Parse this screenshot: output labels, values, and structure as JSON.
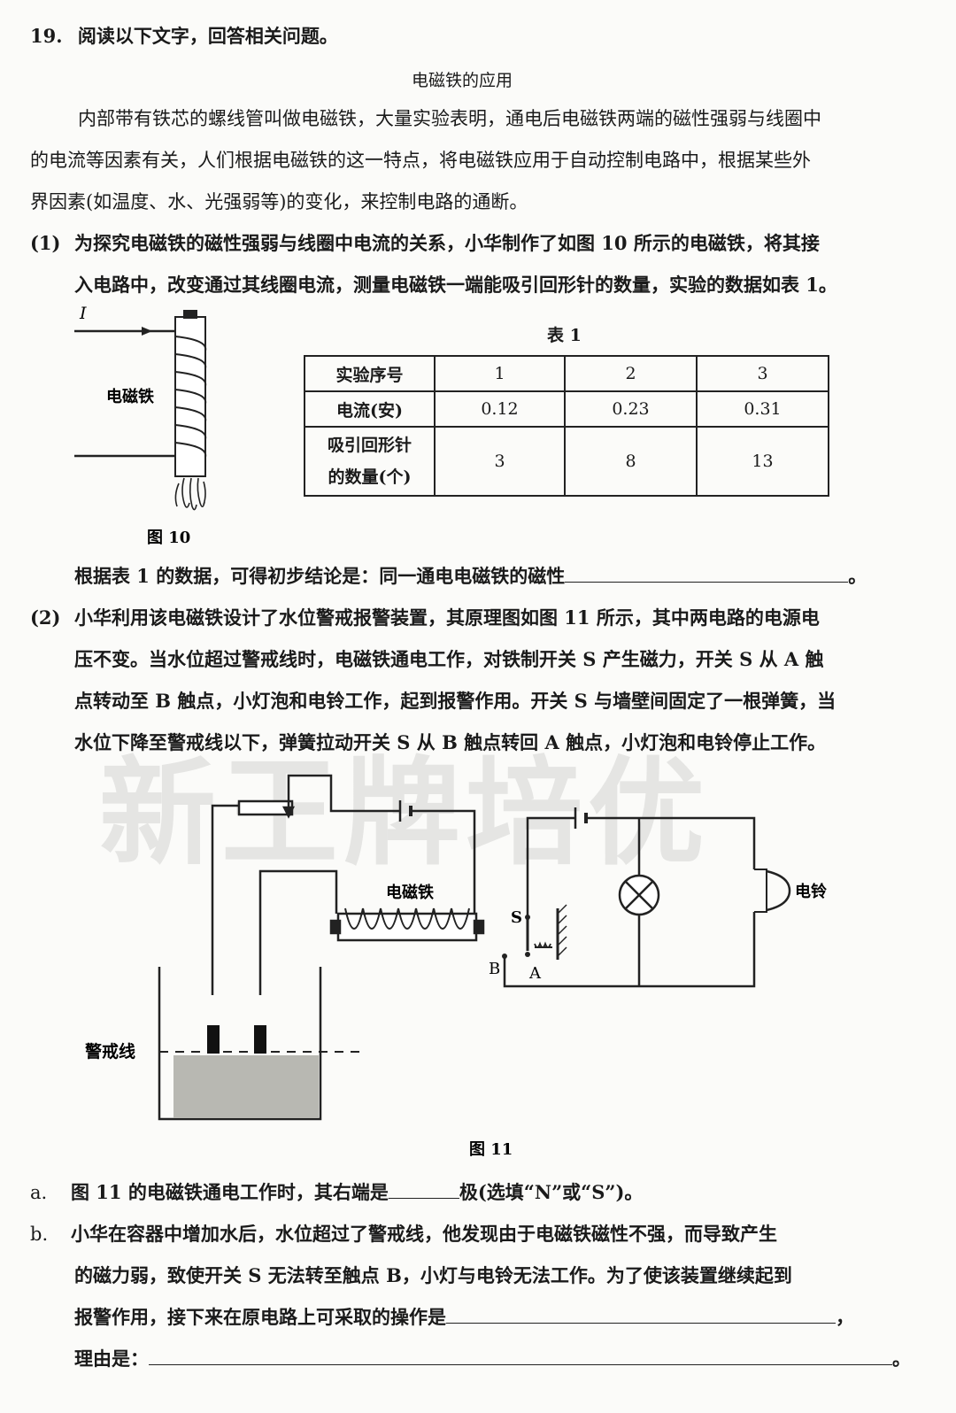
{
  "question": {
    "number": "19.",
    "prompt": "阅读以下文字，回答相关问题。"
  },
  "article": {
    "title": "电磁铁的应用",
    "lines": [
      "内部带有铁芯的螺线管叫做电磁铁，大量实验表明，通电后电磁铁两端的磁性强弱与线圈中",
      "的电流等因素有关，人们根据电磁铁的这一特点，将电磁铁应用于自动控制电路中，根据某些外",
      "界因素(如温度、水、光强弱等)的变化，来控制电路的通断。"
    ]
  },
  "part1": {
    "label": "(1)",
    "lines": [
      "为探究电磁铁的磁性强弱与线圈中电流的关系，小华制作了如图 10 所示的电磁铁，将其接",
      "入电路中，改变通过其线圈电流，测量电磁铁一端能吸引回形针的数量，实验的数据如表 1。"
    ],
    "conclusion_text": "根据表 1 的数据，可得初步结论是：同一通电电磁铁的磁性",
    "conclusion_end": "。"
  },
  "figure10": {
    "current_label": "I",
    "magnet_label": "电磁铁",
    "caption": "图 10"
  },
  "table1": {
    "title": "表 1",
    "rows": [
      {
        "header": "实验序号",
        "values": [
          "1",
          "2",
          "3"
        ]
      },
      {
        "header": "电流(安)",
        "values": [
          "0.12",
          "0.23",
          "0.31"
        ]
      },
      {
        "header_line1": "吸引回形针",
        "header_line2": "的数量(个)",
        "values": [
          "3",
          "8",
          "13"
        ]
      }
    ]
  },
  "part2": {
    "label": "(2)",
    "lines": [
      "小华利用该电磁铁设计了水位警戒报警装置，其原理图如图 11 所示，其中两电路的电源电",
      "压不变。当水位超过警戒线时，电磁铁通电工作，对铁制开关 S 产生磁力，开关 S 从 A 触",
      "点转动至 B 触点，小灯泡和电铃工作，起到报警作用。开关 S 与墙壁间固定了一根弹簧，当",
      "水位下降至警戒线以下，弹簧拉动开关 S 从 B 触点转回 A 触点，小灯泡和电铃停止工作。"
    ]
  },
  "watermark": "新王牌培优",
  "figure11": {
    "magnet_label": "电磁铁",
    "bell_label": "电铃",
    "switch_label": "S",
    "contact_a": "A",
    "contact_b": "B",
    "warning_line_label": "警戒线",
    "caption": "图 11"
  },
  "sub_a": {
    "label": "a.",
    "text_before": "图 11 的电磁铁通电工作时，其右端是",
    "text_after": "极(选填“N”或“S”)。"
  },
  "sub_b": {
    "label": "b.",
    "lines": [
      "小华在容器中增加水后，水位超过了警戒线，他发现由于电磁铁磁性不强，而导致产生",
      "的磁力弱，致使开关 S 无法转至触点 B，小灯与电铃无法工作。为了使该装置继续起到"
    ],
    "operation_text": "报警作用，接下来在原电路上可采取的操作是",
    "operation_end": "，",
    "reason_text": "理由是：",
    "reason_end": "。"
  }
}
